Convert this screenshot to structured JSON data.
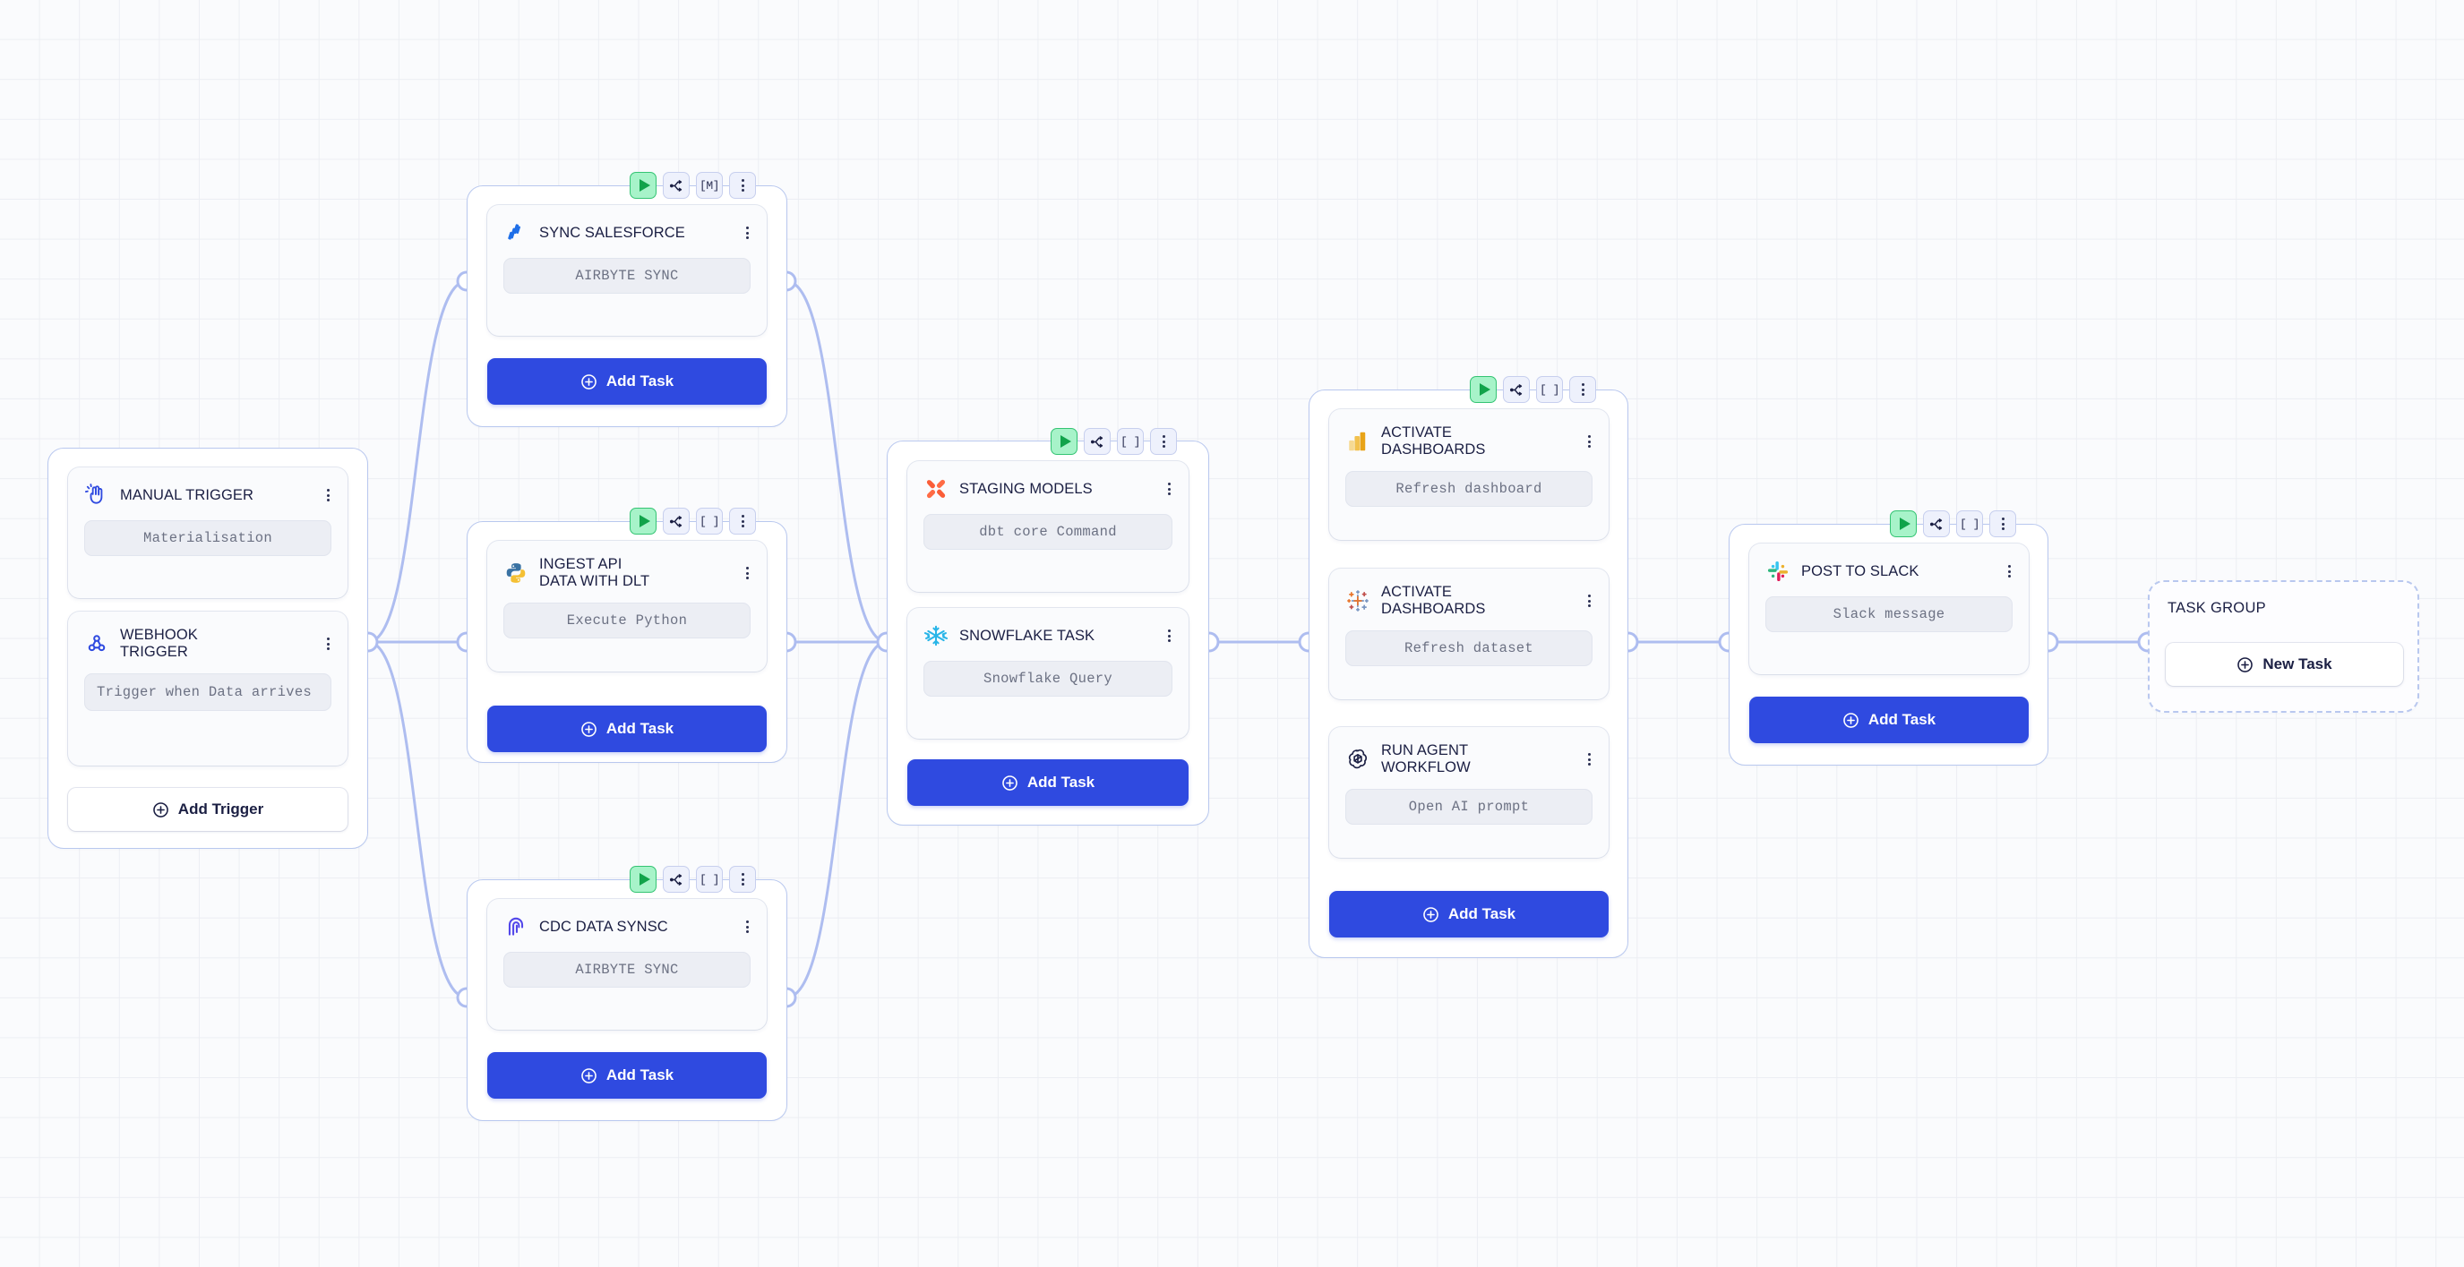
{
  "canvas": {
    "grid": true,
    "background_color": "#fafbfd",
    "grid_color": "#eceef3",
    "edge_color": "#aebdf0",
    "accent_color": "#2f4ae0",
    "group_border_color": "#b9c8ef",
    "play_green": "#10a34a"
  },
  "toolbar_icons": {
    "play": "play-icon",
    "branch": "branch-icon",
    "bracket_m": "[M]",
    "bracket_empty": "[ ]",
    "menu": "kebab-menu-icon"
  },
  "labels": {
    "add_task": "Add Task",
    "add_trigger": "Add Trigger",
    "new_task": "New Task",
    "task_group": "TASK GROUP"
  },
  "groups": [
    {
      "id": "trigger-group",
      "name": "trigger-group",
      "has_toolbar": false,
      "footer_button": "Add Trigger",
      "footer_style": "white",
      "cards": [
        {
          "id": "manual-trigger",
          "title": "MANUAL TRIGGER",
          "icon": "hand-click-icon",
          "chip": "Materialisation",
          "chip_lines": 1
        },
        {
          "id": "webhook-trigger",
          "title": "WEBHOOK\nTRIGGER",
          "icon": "webhook-icon",
          "chip": "Trigger when Data arrives",
          "chip_lines": 2
        }
      ]
    },
    {
      "id": "salesforce-group",
      "name": "sync-salesforce-group",
      "has_toolbar": true,
      "toolbar_bracket": "[M]",
      "footer_button": "Add Task",
      "footer_style": "blue",
      "cards": [
        {
          "id": "sync-salesforce",
          "title": "SYNC SALESFORCE",
          "icon": "dlt-icon",
          "chip": "AIRBYTE SYNC",
          "chip_lines": 1
        }
      ]
    },
    {
      "id": "ingest-group",
      "name": "ingest-api-group",
      "has_toolbar": true,
      "toolbar_bracket": "[ ]",
      "footer_button": "Add Task",
      "footer_style": "blue",
      "cards": [
        {
          "id": "ingest-api",
          "title": "INGEST API\nDATA WITH DLT",
          "icon": "python-icon",
          "chip": "Execute Python",
          "chip_lines": 1
        }
      ]
    },
    {
      "id": "cdc-group",
      "name": "cdc-data-sync-group",
      "has_toolbar": true,
      "toolbar_bracket": "[ ]",
      "footer_button": "Add Task",
      "footer_style": "blue",
      "cards": [
        {
          "id": "cdc-data-synsc",
          "title": "CDC DATA SYNSC",
          "icon": "airbyte-icon",
          "chip": "AIRBYTE SYNC",
          "chip_lines": 1
        }
      ]
    },
    {
      "id": "transform-group",
      "name": "transform-group",
      "has_toolbar": true,
      "toolbar_bracket": "[ ]",
      "footer_button": "Add Task",
      "footer_style": "blue",
      "cards": [
        {
          "id": "staging-models",
          "title": "STAGING MODELS",
          "icon": "dbt-icon",
          "chip": "dbt core Command",
          "chip_lines": 1
        },
        {
          "id": "snowflake-task",
          "title": "SNOWFLAKE TASK",
          "icon": "snowflake-icon",
          "chip": "Snowflake Query",
          "chip_lines": 1
        }
      ]
    },
    {
      "id": "activate-group",
      "name": "activate-group",
      "has_toolbar": true,
      "toolbar_bracket": "[ ]",
      "footer_button": "Add Task",
      "footer_style": "blue",
      "cards": [
        {
          "id": "activate-dashboards-powerbi",
          "title": "ACTIVATE\nDASHBOARDS",
          "icon": "powerbi-icon",
          "chip": "Refresh dashboard",
          "chip_lines": 1
        },
        {
          "id": "activate-dashboards-tableau",
          "title": "ACTIVATE\nDASHBOARDS",
          "icon": "tableau-icon",
          "chip": "Refresh dataset",
          "chip_lines": 1
        },
        {
          "id": "run-agent-workflow",
          "title": "RUN AGENT\nWORKFLOW",
          "icon": "openai-icon",
          "chip": "Open AI prompt",
          "chip_lines": 1
        }
      ]
    },
    {
      "id": "slack-group",
      "name": "post-to-slack-group",
      "has_toolbar": true,
      "toolbar_bracket": "[ ]",
      "footer_button": "Add Task",
      "footer_style": "blue",
      "cards": [
        {
          "id": "post-to-slack",
          "title": "POST TO SLACK",
          "icon": "slack-icon",
          "chip": "Slack message",
          "chip_lines": 1
        }
      ]
    },
    {
      "id": "task-group",
      "name": "empty-task-group",
      "has_toolbar": false,
      "dashed": true,
      "label": "TASK GROUP",
      "footer_button": "New Task",
      "footer_style": "white",
      "cards": []
    }
  ]
}
